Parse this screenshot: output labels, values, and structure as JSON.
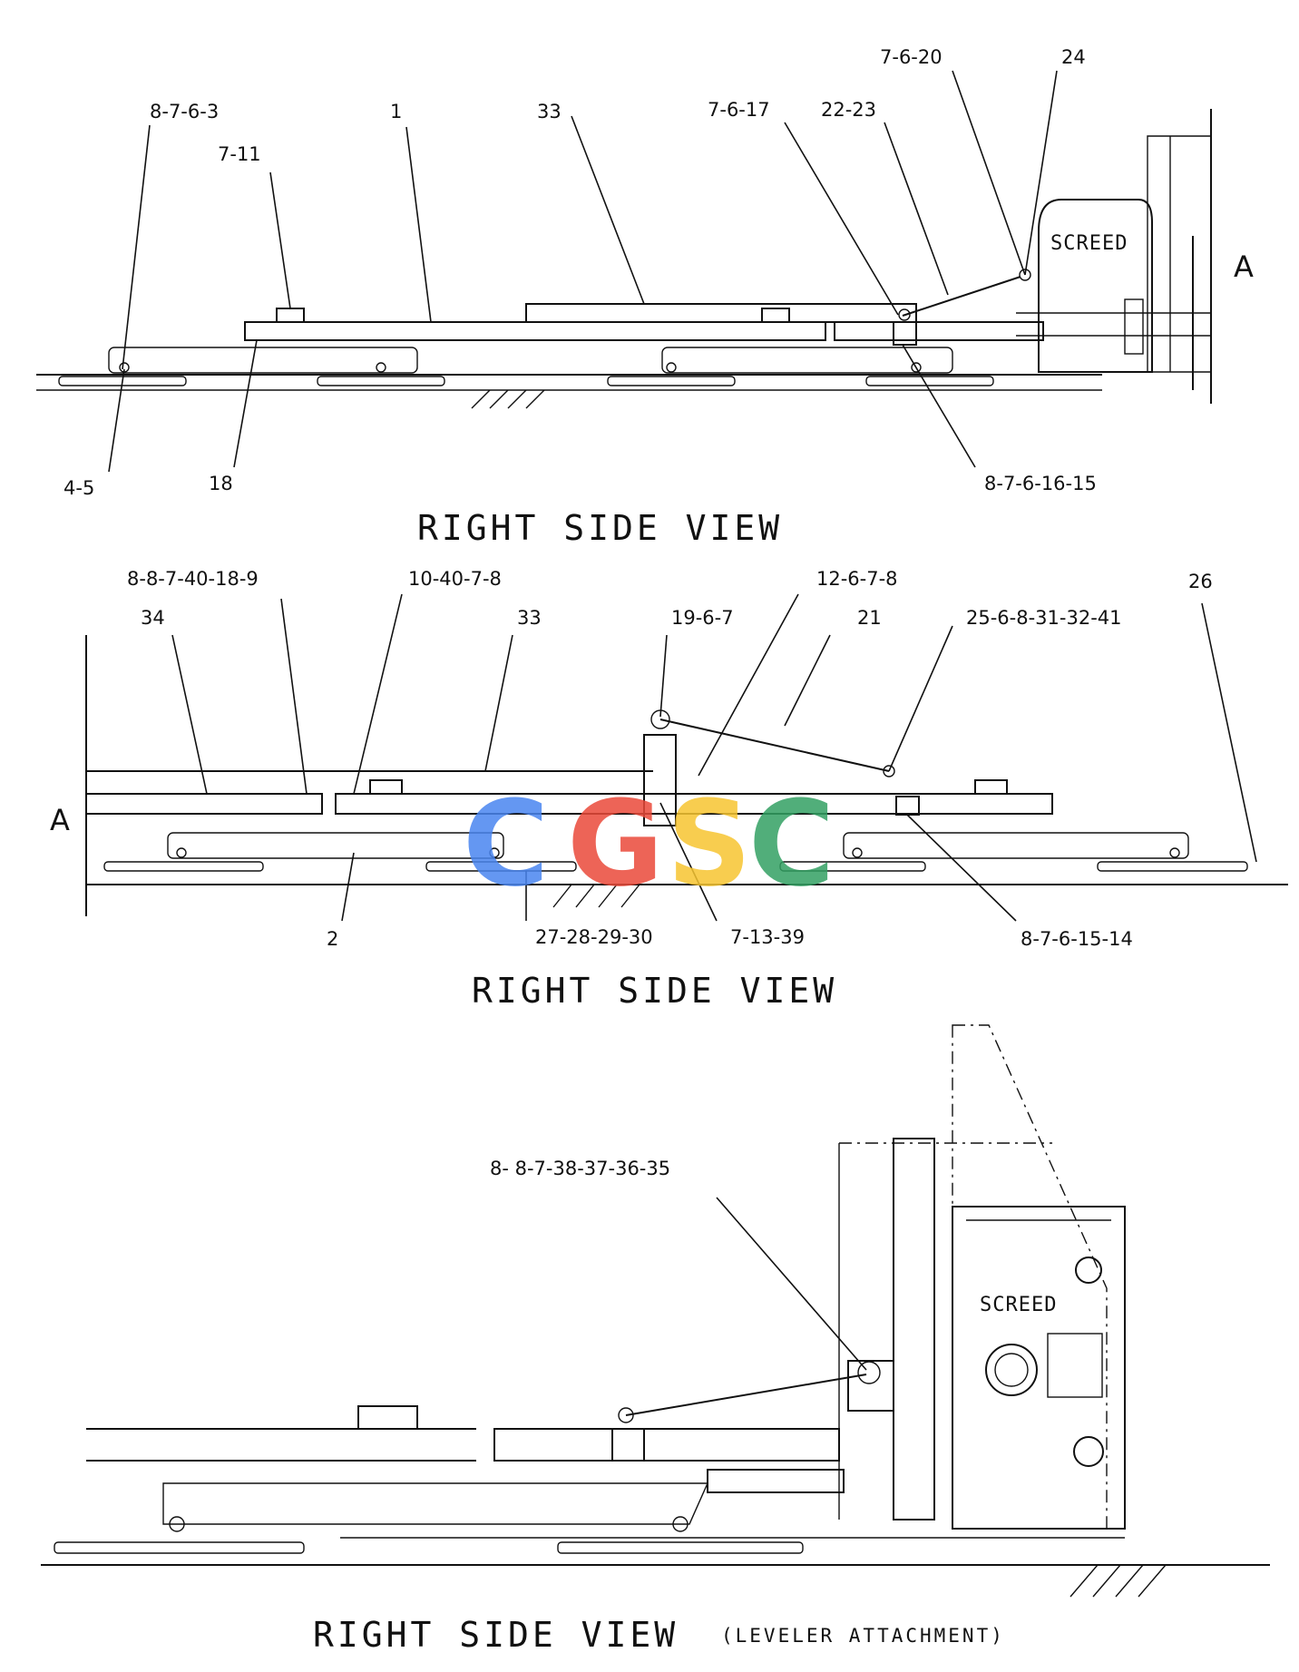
{
  "views": [
    {
      "title": "RIGHT SIDE VIEW",
      "subtitle": "",
      "section_marker": "A",
      "screed_label": "SCREED",
      "callouts": [
        "8-7-6-3",
        "7-11",
        "1",
        "33",
        "7-6-17",
        "22-23",
        "7-6-20",
        "24",
        "4-5",
        "18",
        "8-7-6-16-15"
      ]
    },
    {
      "title": "RIGHT SIDE VIEW",
      "subtitle": "",
      "section_marker": "A",
      "callouts": [
        "8-8-7-40-18-9",
        "34",
        "10-40-7-8",
        "33",
        "19-6-7",
        "12-6-7-8",
        "21",
        "25-6-8-31-32-41",
        "26",
        "2",
        "27-28-29-30",
        "7-13-39",
        "8-7-6-15-14"
      ]
    },
    {
      "title": "RIGHT SIDE VIEW",
      "subtitle": "(LEVELER ATTACHMENT)",
      "screed_label": "SCREED",
      "callouts": [
        "8- 8-7-38-37-36-35"
      ]
    }
  ],
  "watermark": {
    "letters": [
      "C",
      "G",
      "S",
      "C"
    ],
    "colors": [
      "#4a86f0",
      "#ea4a3a",
      "#f7c531",
      "#33a163"
    ]
  }
}
